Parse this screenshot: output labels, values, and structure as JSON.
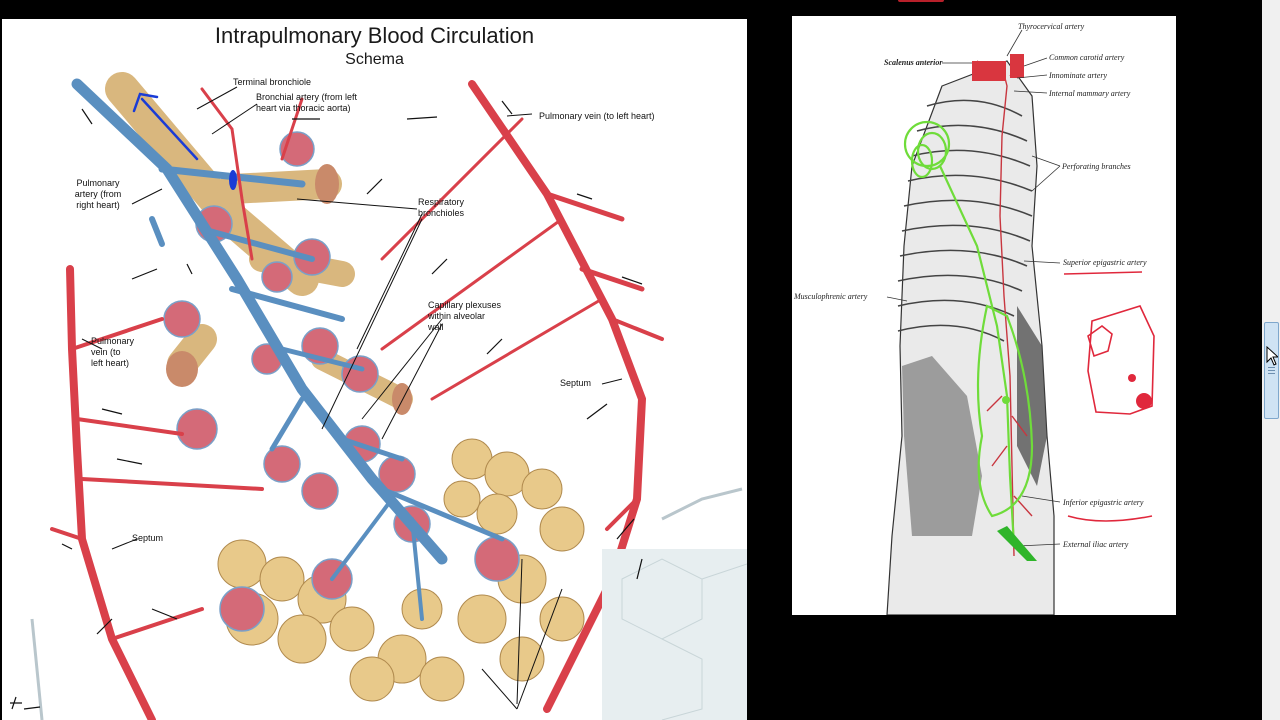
{
  "left_figure": {
    "title": "Intrapulmonary Blood Circulation",
    "subtitle": "Schema",
    "labels": {
      "terminal_bronchiole": "Terminal bronchiole",
      "bronchial_artery": "Bronchial artery (from left\nheart via thoracic aorta)",
      "pulmonary_vein_top": "Pulmonary vein (to left heart)",
      "pulmonary_artery": "Pulmonary\nartery (from\nright heart)",
      "respiratory_bronchioles": "Respiratory\nbronchioles",
      "capillary_plexuses": "Capillary plexuses\nwithin alveolar\nwall",
      "pulmonary_vein_left": "Pulmonary\nvein (to\nleft heart)",
      "septum_right": "Septum",
      "septum_left": "Septum"
    },
    "colors": {
      "artery": "#d9404a",
      "pulmonary_artery": "#5a8fc0",
      "bronchiole": "#e3c48f",
      "alveoli": "#e8c98a",
      "annotation_blue": "#1a3cd6"
    }
  },
  "right_figure": {
    "labels": {
      "thyrocervical": "Thyrocervical artery",
      "scalenus": "Scalenus anterior",
      "common_carotid": "Common carotid artery",
      "innominate": "Innominate artery",
      "internal_mammary": "Internal mammary artery",
      "perforating": "Perforating branches",
      "superior_epigastric": "Superior epigastric artery",
      "musculophrenic": "Musculophrenic artery",
      "inferior_epigastric": "Inferior epigastric artery",
      "external_iliac": "External iliac artery"
    },
    "colors": {
      "annotation_green": "#6fdc3a",
      "annotation_red": "#e0283c"
    }
  },
  "scrollbar": {
    "position_fraction": 0.52
  }
}
